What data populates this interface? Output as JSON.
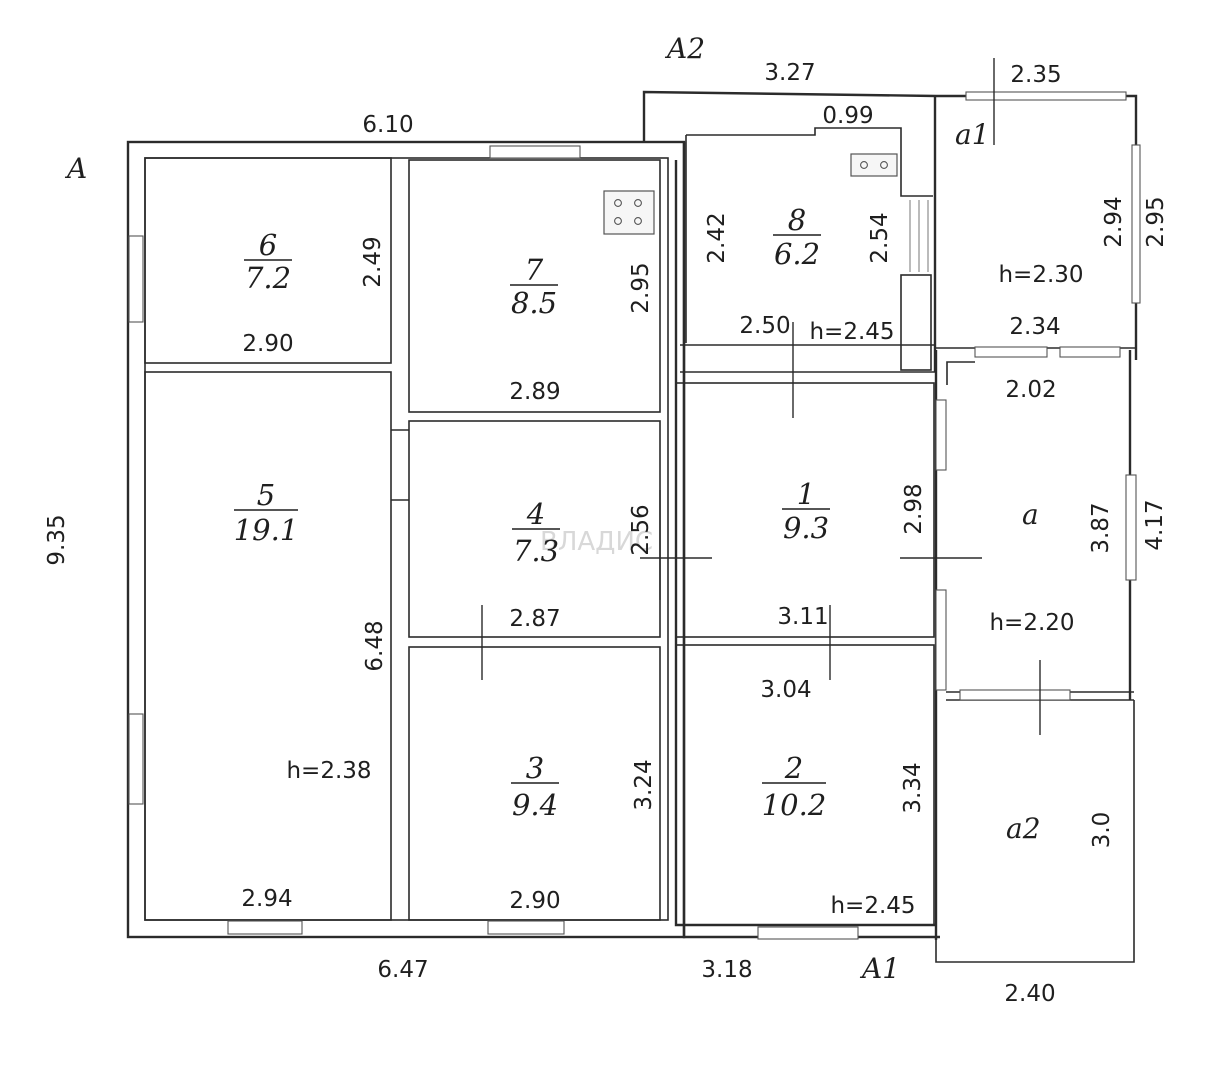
{
  "labels": {
    "a_main": "A",
    "a1_ext": "A1",
    "a2_ext": "A2",
    "a_room": "a",
    "a1_room": "a1",
    "a2_room": "a2"
  },
  "rooms": [
    {
      "id": "1",
      "number": "1",
      "area": "9.3"
    },
    {
      "id": "2",
      "number": "2",
      "area": "10.2"
    },
    {
      "id": "3",
      "number": "3",
      "area": "9.4"
    },
    {
      "id": "4",
      "number": "4",
      "area": "7.3"
    },
    {
      "id": "5",
      "number": "5",
      "area": "19.1"
    },
    {
      "id": "6",
      "number": "6",
      "area": "7.2"
    },
    {
      "id": "7",
      "number": "7",
      "area": "8.5"
    },
    {
      "id": "8",
      "number": "8",
      "area": "6.2"
    }
  ],
  "dimensions": {
    "top_a": "6.10",
    "top_a2": "3.27",
    "top_a1": "2.35",
    "left_total": "9.35",
    "bottom_left": "6.47",
    "bottom_mid": "3.18",
    "bottom_a2": "2.40",
    "r6_height": "2.49",
    "r6_width": "2.90",
    "r7_height": "2.95",
    "r7_width": "2.89",
    "r8_top": "0.99",
    "r8_left": "2.42",
    "r8_right": "2.54",
    "r8_bottom": "2.50",
    "r5_height": "6.48",
    "r5_width": "2.94",
    "r4_height": "2.56",
    "r4_width": "2.87",
    "r3_height": "3.24",
    "r3_width": "2.90",
    "r1_height": "2.98",
    "r1_width": "3.11",
    "r2_top": "3.04",
    "r2_height": "3.34",
    "a1_inner": "2.94",
    "a1_outer": "2.95",
    "a1_bottom": "2.34",
    "a_top": "2.02",
    "a_inner": "3.87",
    "a_outer": "4.17",
    "a2_height": "3.0"
  },
  "ceiling_heights": {
    "main": "h=2.38",
    "kitchen": "h=2.45",
    "room2": "h=2.45",
    "a1": "h=2.30",
    "a": "h=2.20"
  },
  "watermark": "ВЛАДИС"
}
